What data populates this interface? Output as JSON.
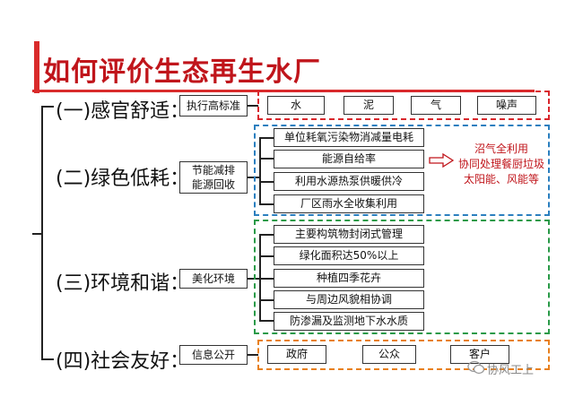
{
  "title": "如何评价生态再生水厂",
  "categories": [
    {
      "label": "(一)感官舒适：",
      "middle": [
        "执行高标准"
      ],
      "items": [
        "水",
        "泥",
        "气",
        "噪声"
      ],
      "border_color": "#d9262c"
    },
    {
      "label": "(二)绿色低耗：",
      "middle": [
        "节能减排",
        "能源回收"
      ],
      "items": [
        "单位耗氧污染物消减量电耗",
        "能源自给率",
        "利用水源热泵供暖供冷",
        "厂区雨水全收集利用"
      ],
      "note_lines": [
        "沼气全利用",
        "协同处理餐厨垃圾",
        "太阳能、风能等"
      ],
      "border_color": "#2b7fbf"
    },
    {
      "label": "(三)环境和谐：",
      "middle": [
        "美化环境"
      ],
      "items": [
        "主要构筑物封闭式管理",
        "绿化面积达50%以上",
        "种植四季花卉",
        "与周边风貌相协调",
        "防渗漏及监测地下水水质"
      ],
      "border_color": "#2a9a48"
    },
    {
      "label": "(四)社会友好：",
      "middle": [
        "信息公开"
      ],
      "items": [
        "政府",
        "公众",
        "客户"
      ],
      "border_color": "#e8801e"
    }
  ],
  "watermark": "协风工上"
}
